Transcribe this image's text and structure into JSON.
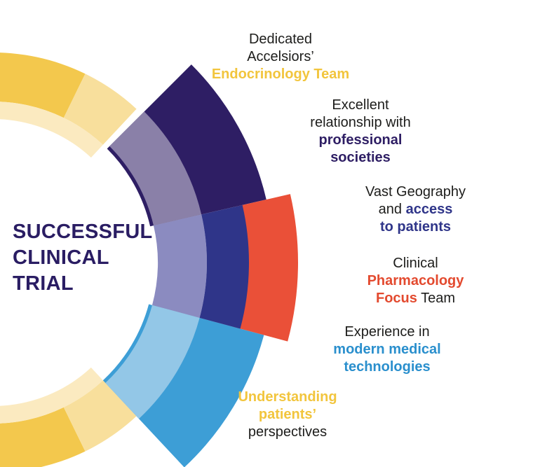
{
  "title": [
    "SUCCESSFUL",
    "CLINICAL",
    "TRIAL"
  ],
  "colors": {
    "title": "#2a1d63",
    "ring_dark_yellow": "#f3c84d",
    "ring_light_yellow": "#f8df9c",
    "ring_inner_yellow": "#fbeac0",
    "segment_navy": "#2e1e64",
    "segment_red": "#ea5038",
    "segment_blue": "#3d9ed6",
    "inner_purple": "#8a80a8",
    "inner_navy": "#2f3589",
    "inner_periwinkle": "#8b8bc0",
    "inner_lightblue": "#93c7e7"
  },
  "items": [
    {
      "id": "endo",
      "lines": [
        [
          {
            "t": "Dedicated"
          }
        ],
        [
          {
            "t": "Accelsiors’"
          }
        ],
        [
          {
            "t": "Endocrinology Team",
            "c": "#f2c53d"
          }
        ]
      ]
    },
    {
      "id": "prof",
      "lines": [
        [
          {
            "t": "Excellent"
          }
        ],
        [
          {
            "t": "relationship with"
          }
        ],
        [
          {
            "t": "professional",
            "c": "#2e1e64"
          }
        ],
        [
          {
            "t": "societies",
            "c": "#2e1e64"
          }
        ]
      ]
    },
    {
      "id": "geo",
      "lines": [
        [
          {
            "t": "Vast Geography"
          }
        ],
        [
          {
            "t": "and "
          },
          {
            "t": "access",
            "c": "#2f3589"
          }
        ],
        [
          {
            "t": "to patients",
            "c": "#2f3589"
          }
        ]
      ]
    },
    {
      "id": "pharm",
      "lines": [
        [
          {
            "t": "Clinical"
          }
        ],
        [
          {
            "t": "Pharmacology",
            "c": "#e34a2f"
          }
        ],
        [
          {
            "t": "Focus",
            "c": "#e34a2f"
          },
          {
            "t": " Team"
          }
        ]
      ]
    },
    {
      "id": "tech",
      "lines": [
        [
          {
            "t": "Experience in"
          }
        ],
        [
          {
            "t": "modern medical",
            "c": "#2a8fcd"
          }
        ],
        [
          {
            "t": "technologies",
            "c": "#2a8fcd"
          }
        ]
      ]
    },
    {
      "id": "pat",
      "lines": [
        [
          {
            "t": "Understanding",
            "c": "#f2c53d"
          }
        ],
        [
          {
            "t": "patients’",
            "c": "#f2c53d"
          }
        ],
        [
          {
            "t": "perspectives"
          }
        ]
      ]
    }
  ]
}
